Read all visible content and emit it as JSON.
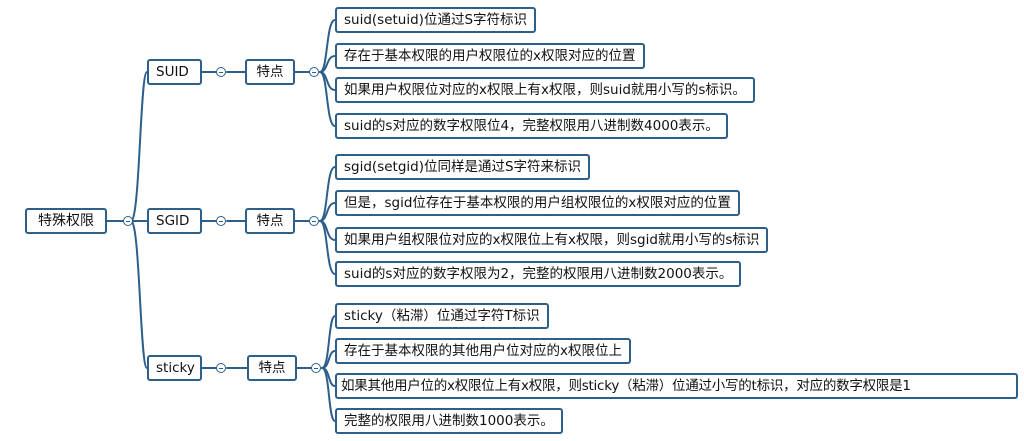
{
  "root": {
    "label": "特殊权限"
  },
  "branches": [
    {
      "label": "SUID",
      "child": "特点",
      "items": [
        "suid(setuid)位通过S字符标识",
        "存在于基本权限的用户权限位的x权限对应的位置",
        "如果用户权限位对应的x权限上有x权限，则suid就用小写的s标识。",
        "suid的s对应的数字权限位4，完整权限用八进制数4000表示。"
      ]
    },
    {
      "label": "SGID",
      "child": "特点",
      "items": [
        "sgid(setgid)位同样是通过S字符来标识",
        "但是，sgid位存在于基本权限的用户组权限位的x权限对应的位置",
        "如果用户组权限位对应的x权限位上有x权限，则sgid就用小写的s标识",
        "suid的s对应的数字权限为2，完整的权限用八进制数2000表示。"
      ]
    },
    {
      "label": "sticky",
      "child": "特点",
      "items": [
        "sticky（粘滞）位通过字符T标识",
        "存在于基本权限的其他用户位对应的x权限位上",
        "如果其他用户位的x权限位上有x权限，则sticky（粘滞）位通过小写的t标识，对应的数字权限是1",
        "完整的权限用八进制数1000表示。"
      ]
    }
  ]
}
